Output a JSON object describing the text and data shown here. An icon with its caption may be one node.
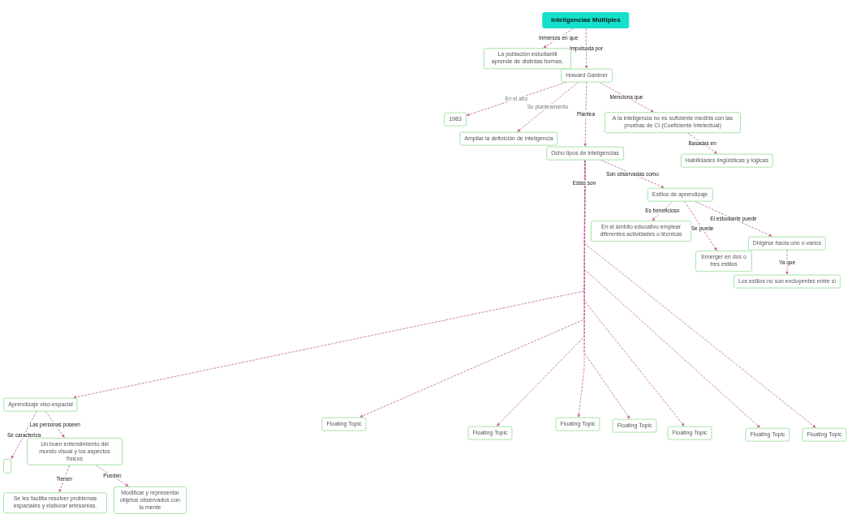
{
  "diagram": {
    "nodes": [
      {
        "text": [
          "Inteligencias Múltiples"
        ]
      },
      {
        "text": [
          "La población estudiantil aprende de distintas formas."
        ]
      },
      {
        "text": [
          "Howard Gardner"
        ]
      },
      {
        "text": [
          "1983"
        ]
      },
      {
        "text": [
          "Ampliar la definición de inteligencia"
        ]
      },
      {
        "text": [
          "A la inteligencia no es suficiente medirla con las pruebas de CI (Coeficiente Intelectual)"
        ]
      },
      {
        "text": [
          "Habilidades lingüísticas y lógicas"
        ]
      },
      {
        "text": [
          "Ocho tipos de inteligencias"
        ]
      },
      {
        "text": [
          "Estilos de aprendizaje"
        ]
      },
      {
        "text": [
          "En el ámbito educativo emplear diferentes actividades o técnicas"
        ]
      },
      {
        "text": [
          "Emerger en dos o tres estilos"
        ]
      },
      {
        "text": [
          "Dirigirse hacia uno o varios"
        ]
      },
      {
        "text": [
          "Los estilos no son excluyentes entre sí"
        ]
      },
      {
        "text": [
          "Aprendizaje viso-espacial"
        ]
      },
      {
        "text": [],
        "shape": "box"
      },
      {
        "text": [
          "Un buen entendimiento del mundo visual y los aspectos físicos"
        ]
      },
      {
        "text": [
          "Se les facilita resolver problemas espaciales y elaborar artesanías."
        ]
      },
      {
        "text": [
          "Modificar y representar objetos observados con la mente"
        ]
      },
      {
        "text": [
          "Floating Topic"
        ]
      },
      {
        "text": [
          "Floating Topic"
        ]
      },
      {
        "text": [
          "Floating Topic"
        ]
      },
      {
        "text": [
          "Floating Topic"
        ]
      },
      {
        "text": [
          "Floating Topic"
        ]
      },
      {
        "text": [
          "Floating Topic"
        ]
      },
      {
        "text": [
          "Floating Topic"
        ]
      }
    ],
    "edges": [
      {
        "from": 0,
        "to": 1,
        "arrow": "to",
        "label": "Inmersos en que"
      },
      {
        "from": 0,
        "to": 2,
        "arrow": "to",
        "label": "Impulsada por"
      },
      {
        "from": 2,
        "to": 3,
        "arrow": "to",
        "label": "En el año"
      },
      {
        "from": 2,
        "to": 4,
        "arrow": "to",
        "label": "Su planteamiento"
      },
      {
        "from": 2,
        "to": 7,
        "arrow": "to",
        "label": "Plantea"
      },
      {
        "from": 2,
        "to": 5,
        "arrow": "to",
        "label": "Menciona que"
      },
      {
        "from": 5,
        "to": 6,
        "arrow": "to",
        "label": "Basadas en"
      },
      {
        "from": 7,
        "to": 8,
        "arrow": "to",
        "label": "Son observadas como"
      },
      {
        "from": 7,
        "to": 13,
        "arrow": "to"
      },
      {
        "from": 7,
        "to": 18,
        "arrow": "to"
      },
      {
        "from": 7,
        "to": 19,
        "arrow": "to"
      },
      {
        "from": 7,
        "to": 20,
        "arrow": "to",
        "label": "Estas son"
      },
      {
        "from": 7,
        "to": 21,
        "arrow": "to"
      },
      {
        "from": 7,
        "to": 22,
        "arrow": "to"
      },
      {
        "from": 7,
        "to": 23,
        "arrow": "to"
      },
      {
        "from": 7,
        "to": 24,
        "arrow": "to"
      },
      {
        "from": 8,
        "to": 9,
        "arrow": "to",
        "label": "Es beneficioso"
      },
      {
        "from": 8,
        "to": 10,
        "arrow": "to",
        "label": "Se puede"
      },
      {
        "from": 8,
        "to": 11,
        "arrow": "to",
        "label": "El estudiante puede"
      },
      {
        "from": 11,
        "to": 12,
        "arrow": "to",
        "label": "Ya que"
      },
      {
        "from": 13,
        "to": 14,
        "arrow": "to",
        "label": "Se caracteriza"
      },
      {
        "from": 13,
        "to": 15,
        "arrow": "to",
        "label": "Las personas poseen"
      },
      {
        "from": 15,
        "to": 16,
        "arrow": "to",
        "label": "Tienen"
      },
      {
        "from": 15,
        "to": 17,
        "arrow": "to",
        "label": "Pueden"
      }
    ]
  }
}
